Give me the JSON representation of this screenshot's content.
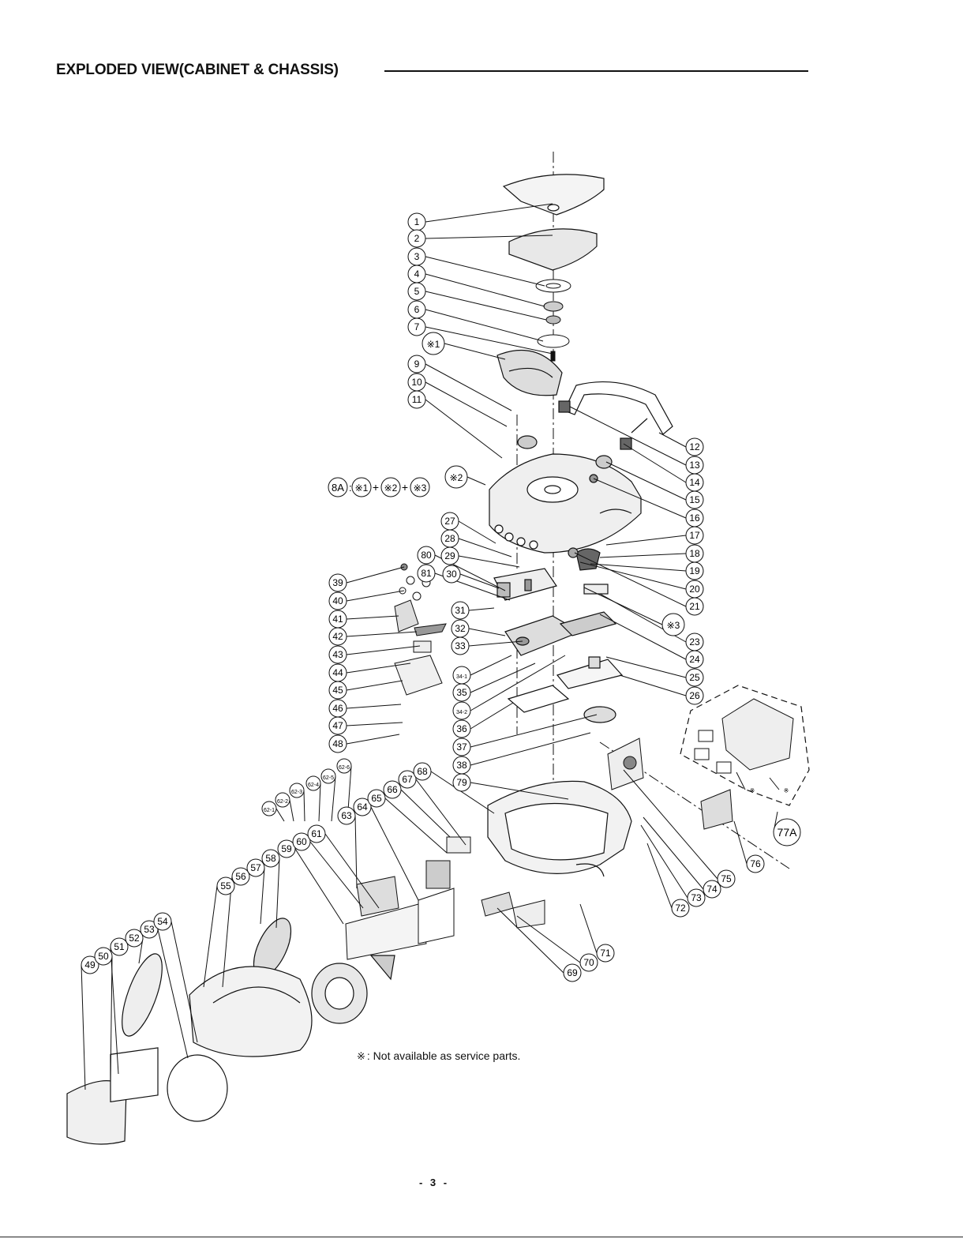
{
  "page_title": "EXPLODED VIEW(CABINET & CHASSIS)",
  "footnote": {
    "mark": "※",
    "text": ": Not available as service parts."
  },
  "page_number": "- 3 -",
  "assembly_label": {
    "prefix": "8A",
    "parts": [
      "※1",
      "※2",
      "※3"
    ],
    "separator": "+"
  },
  "callouts": [
    "1",
    "2",
    "3",
    "4",
    "5",
    "6",
    "7",
    "※1",
    "9",
    "10",
    "11",
    "12",
    "13",
    "14",
    "15",
    "16",
    "17",
    "18",
    "19",
    "20",
    "21",
    "※3",
    "23",
    "24",
    "25",
    "26",
    "27",
    "28",
    "29",
    "80",
    "81",
    "30",
    "31",
    "32",
    "33",
    "34-1",
    "35",
    "34-2",
    "36",
    "37",
    "38",
    "79",
    "39",
    "40",
    "41",
    "42",
    "43",
    "44",
    "45",
    "46",
    "47",
    "48",
    "※2",
    "62-1",
    "62-2",
    "62-3",
    "62-4",
    "62-5",
    "62-6",
    "63",
    "64",
    "65",
    "66",
    "67",
    "68",
    "49",
    "50",
    "51",
    "52",
    "53",
    "54",
    "55",
    "56",
    "57",
    "58",
    "59",
    "60",
    "61",
    "69",
    "70",
    "71",
    "72",
    "73",
    "74",
    "75",
    "76",
    "77A",
    "※",
    "※"
  ],
  "colors": {
    "ink": "#111111",
    "shade": "#9a9a9a",
    "light": "#d8d8d8"
  }
}
